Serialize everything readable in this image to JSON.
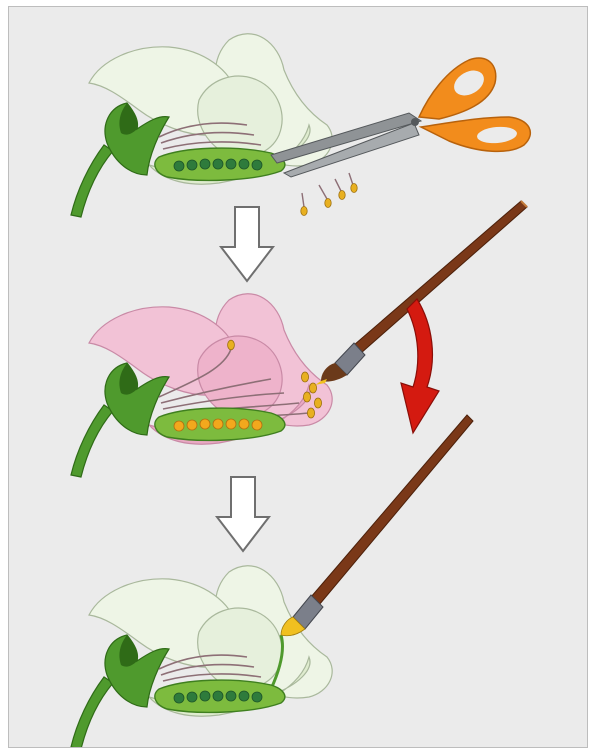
{
  "figure": {
    "colors": {
      "background": "#ebebeb",
      "frame": "#bdbdbd",
      "petal_white": "#eef5e6",
      "petal_white_stroke": "#a9b89c",
      "petal_pink": "#f2c2d6",
      "petal_pink_stroke": "#c98aa6",
      "sepal_green": "#4f9a2d",
      "sepal_dark": "#2f6b17",
      "ovary_green": "#7dbb3e",
      "ovule_green": "#2e7b3c",
      "ovule_yellow": "#f2a81d",
      "anther_yellow": "#e8b020",
      "scissor_handle": "#f28c1c",
      "scissor_blade": "#8f9396",
      "brush_handle": "#7a3818",
      "brush_ferrule": "#7b7f8a",
      "brush_tip_yellow": "#f0c020",
      "step_arrow_fill": "#ffffff",
      "step_arrow_stroke": "#6f6f6f",
      "transfer_arrow": "#d41a10"
    },
    "panels": [
      {
        "id": "emasculation",
        "petal_color": "petal_white",
        "ovule_color": "ovule_green",
        "tool": "scissors-icon"
      },
      {
        "id": "pollen-collection",
        "petal_color": "petal_pink",
        "ovule_color": "ovule_yellow",
        "tool": "paintbrush-icon"
      },
      {
        "id": "pollination",
        "petal_color": "petal_white",
        "ovule_color": "ovule_green",
        "tool": "paintbrush-icon"
      }
    ],
    "arrows": [
      {
        "id": "step-arrow-1",
        "kind": "down-outline"
      },
      {
        "id": "step-arrow-2",
        "kind": "down-outline"
      },
      {
        "id": "transfer-arrow",
        "kind": "curved-red"
      }
    ]
  }
}
